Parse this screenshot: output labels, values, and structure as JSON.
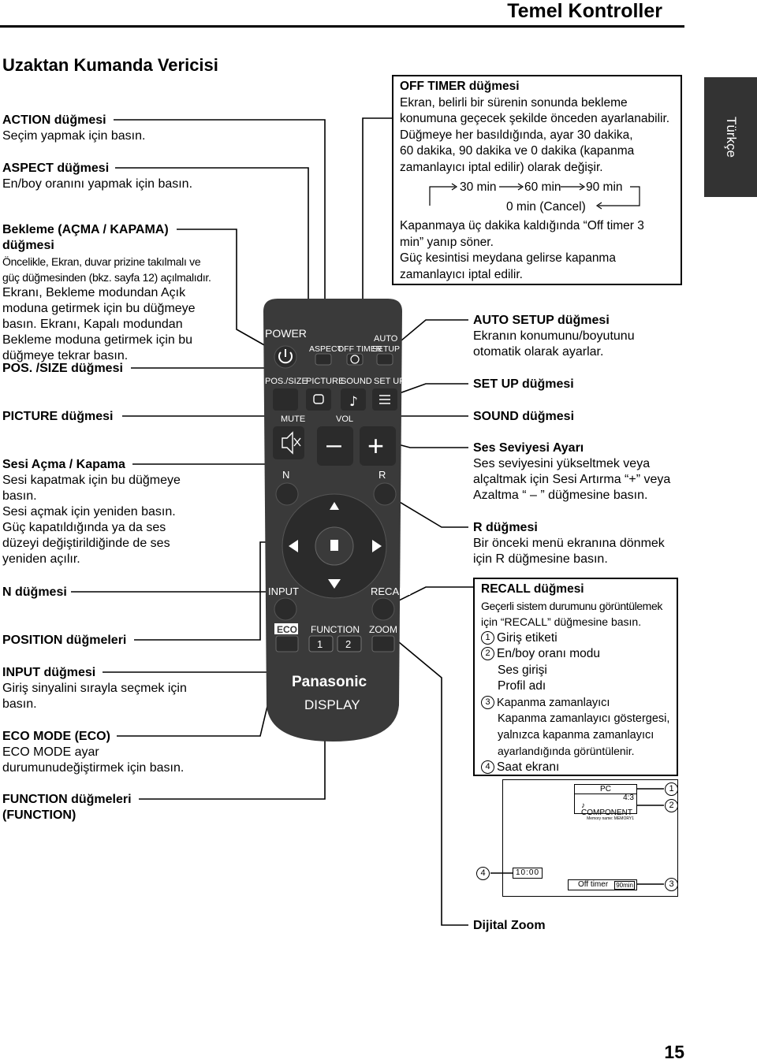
{
  "header": {
    "title": "Temel Kontroller",
    "language_tab": "Türkçe"
  },
  "section_title": "Uzaktan Kumanda Vericisi",
  "left_labels": {
    "action": {
      "title": "ACTION düğmesi",
      "desc": "Seçim yapmak için basın."
    },
    "aspect": {
      "title": "ASPECT düğmesi",
      "desc": "En/boy oranını yapmak için basın."
    },
    "standby": {
      "title1": "Bekleme (AÇMA / KAPAMA)",
      "title2": "düğmesi",
      "note1": "Öncelikle, Ekran, duvar prizine takılmalı ve",
      "note2": "güç düğmesinden (bkz. sayfa 12) açılmalıdır.",
      "d1": "Ekranı, Bekleme modundan Açık",
      "d2": "moduna getirmek için bu düğmeye",
      "d3": "basın. Ekranı, Kapalı modundan",
      "d4": "Bekleme moduna getirmek için bu",
      "d5": "düğmeye tekrar basın."
    },
    "possize": {
      "title": "POS. /SIZE düğmesi"
    },
    "picture": {
      "title": "PICTURE düğmesi"
    },
    "mute": {
      "title": "Sesi Açma / Kapama",
      "d1": "Sesi kapatmak için bu düğmeye",
      "d2": "basın.",
      "d3": "Sesi açmak için yeniden basın.",
      "d4": "Güç kapatıldığında ya da ses",
      "d5": "düzeyi değiştirildiğinde de ses",
      "d6": "yeniden açılır."
    },
    "n": {
      "title": "N düğmesi"
    },
    "position": {
      "title": "POSITION düğmeleri"
    },
    "input": {
      "title": "INPUT düğmesi",
      "d1": "Giriş sinyalini sırayla seçmek için",
      "d2": "basın."
    },
    "eco": {
      "title": "ECO MODE (ECO)",
      "d1": "ECO MODE ayar",
      "d2": "durumunudeğiştirmek için basın."
    },
    "function": {
      "title": "FUNCTION düğmeleri",
      "title2": "(FUNCTION)"
    }
  },
  "off_timer": {
    "title": "OFF TIMER düğmesi",
    "d1": "Ekran, belirli bir sürenin sonunda bekleme",
    "d2": "konumuna geçecek şekilde önceden ayarlanabilir.",
    "d3": "Düğmeye her basıldığında, ayar 30 dakika,",
    "d4": "60 dakika, 90 dakika ve 0 dakika (kapanma",
    "d5": "zamanlayıcı iptal edilir) olarak değişir.",
    "cycle": [
      "30 min",
      "60 min",
      "90 min",
      "0 min (Cancel)"
    ],
    "d6": "Kapanmaya üç dakika kaldığında “Off timer 3",
    "d7": "min” yanıp söner.",
    "d8": "Güç kesintisi meydana gelirse kapanma",
    "d9": "zamanlayıcı iptal edilir."
  },
  "right_labels": {
    "auto_setup": {
      "title": "AUTO SETUP düğmesi",
      "d1": "Ekranın konumunu/boyutunu",
      "d2": "otomatik olarak ayarlar."
    },
    "setup": {
      "title": "SET UP düğmesi"
    },
    "sound": {
      "title": "SOUND düğmesi"
    },
    "volume": {
      "title": "Ses Seviyesi Ayarı",
      "d1": "Ses seviyesini yükseltmek veya",
      "d2": "alçaltmak için Sesi Artırma “+” veya",
      "d3": "Azaltma “ – ” düğmesine basın."
    },
    "r": {
      "title": "R düğmesi",
      "d1": "Bir önceki menü ekranına dönmek",
      "d2": "için R düğmesine basın."
    },
    "zoom": {
      "title": "Dijital Zoom"
    }
  },
  "recall": {
    "title": "RECALL düğmesi",
    "d1": "Geçerli sistem durumunu görüntülemek",
    "d2": "için “RECALL” düğmesine basın.",
    "items": [
      {
        "num": "1",
        "text": "Giriş etiketi"
      },
      {
        "num": "2",
        "text": "En/boy oranı modu"
      },
      {
        "num": "",
        "text": "Ses girişi"
      },
      {
        "num": "",
        "text": "Profil adı"
      },
      {
        "num": "3",
        "text": "Kapanma zamanlayıcı"
      },
      {
        "num": "",
        "text": "Kapanma zamanlayıcı göstergesi,"
      },
      {
        "num": "",
        "text": "yalnızca kapanma zamanlayıcı"
      },
      {
        "num": "",
        "text": "ayarlandığında görüntülenir."
      },
      {
        "num": "4",
        "text": "Saat ekranı"
      }
    ]
  },
  "screen_preview": {
    "input_label": "PC",
    "aspect": "4:3",
    "sound": "♪ COMPONENT",
    "memory": "Memory name: MEMORY1",
    "clock": "10:00",
    "off_timer_label": "Off timer",
    "off_timer_value": "90min",
    "callouts": [
      "1",
      "2",
      "3",
      "4"
    ]
  },
  "remote": {
    "power": "POWER",
    "aspect": "ASPECT",
    "off_timer": "OFF TIMER",
    "auto": "AUTO",
    "setup_top": "SETUP",
    "pos_size": "POS./SIZE",
    "picture": "PICTURE",
    "sound": "SOUND",
    "set_up": "SET UP",
    "mute": "MUTE",
    "vol": "VOL",
    "minus": "–",
    "plus": "+",
    "n": "N",
    "r": "R",
    "input": "INPUT",
    "recall": "RECALL",
    "eco": "ECO",
    "function": "FUNCTION",
    "zoom": "ZOOM",
    "f1": "1",
    "f2": "2",
    "brand": "Panasonic",
    "display": "DISPLAY",
    "colors": {
      "body": "#3a3a3a",
      "button": "#2b2b2b",
      "text": "#ffffff"
    }
  },
  "page_number": "15"
}
